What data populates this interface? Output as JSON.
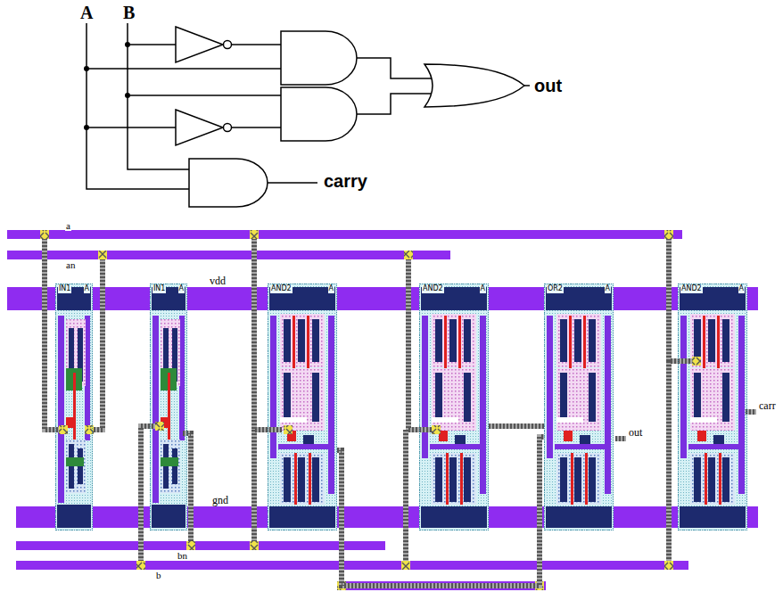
{
  "diagram": {
    "nodes": [
      {
        "text": [
          "IN1",
          "A"
        ]
      },
      {
        "text": [
          "IN1",
          "A"
        ]
      },
      {
        "text": [
          "AND2",
          "A"
        ]
      },
      {
        "text": [
          "AND2",
          "A"
        ]
      },
      {
        "text": [
          "OR2",
          "A"
        ]
      },
      {
        "text": [
          "AND2",
          "A"
        ]
      }
    ],
    "edges": [
      {
        "from": 2,
        "to": 4,
        "arrow": "none"
      },
      {
        "from": 3,
        "to": 4,
        "arrow": "none"
      }
    ],
    "labels": [
      "A",
      "B",
      "out",
      "carry",
      "a",
      "an",
      "vdd",
      "gnd",
      "bn",
      "b",
      "out",
      "carr"
    ]
  }
}
